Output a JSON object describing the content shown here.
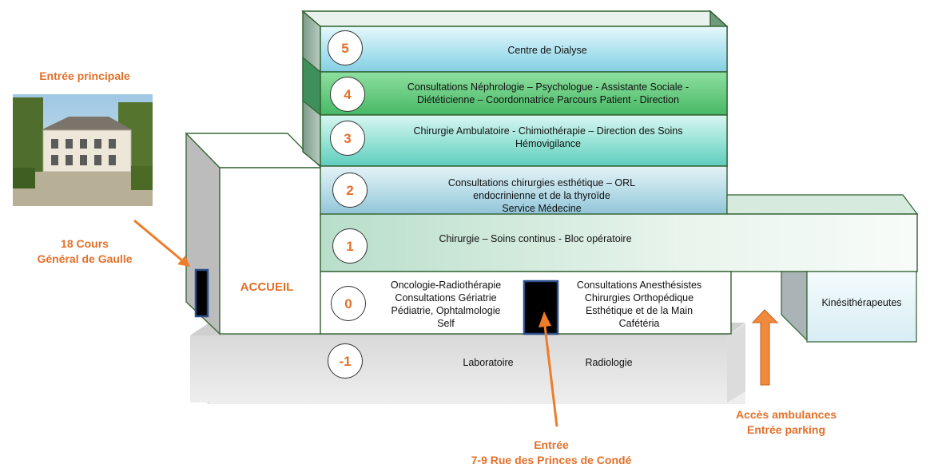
{
  "colors": {
    "accent": "#e3702a",
    "building_outline": "#2f5f2f"
  },
  "top_left": {
    "title": "Entrée principale",
    "address": [
      "18 Cours",
      "Général de Gaulle"
    ]
  },
  "accueil": "ACCUEIL",
  "floors": {
    "f5": {
      "number": "5",
      "lines": [
        "Centre de Dialyse"
      ]
    },
    "f4": {
      "number": "4",
      "lines": [
        "Consultations Néphrologie – Psychologue - Assistante Sociale -",
        "Diététicienne – Coordonnatrice Parcours Patient - Direction"
      ]
    },
    "f3": {
      "number": "3",
      "lines": [
        "Chirurgie Ambulatoire - Chimiothérapie – Direction des Soins",
        "Hémovigilance"
      ]
    },
    "f2": {
      "number": "2",
      "lines": [
        "Consultations chirurgies esthétique – ORL",
        "endocrinienne et de la thyroïde",
        "Service Médecine"
      ]
    },
    "f1": {
      "number": "1",
      "lines": [
        "Chirurgie – Soins continus -  Bloc opératoire"
      ]
    },
    "f0": {
      "number": "0",
      "left_lines": [
        "Oncologie-Radiothérapie",
        "Consultations Gériatrie",
        "Pédiatrie, Ophtalmologie",
        "Self"
      ],
      "right_lines": [
        "Consultations Anesthésistes",
        "Chirurgies Orthopédique",
        "Esthétique et de la Main",
        "Cafétéria"
      ]
    },
    "fm1": {
      "number": "-1",
      "left": "Laboratoire",
      "right": "Radiologie"
    }
  },
  "kine": "Kinésithérapeutes",
  "bottom_entry": [
    "Entrée",
    "7-9 Rue des Princes de Condé"
  ],
  "ambulances": [
    "Accès  ambulances",
    "Entrée parking"
  ],
  "icons": {
    "photo": "building-photo",
    "door": "door-icon",
    "arrow": "orange-arrow-icon"
  }
}
